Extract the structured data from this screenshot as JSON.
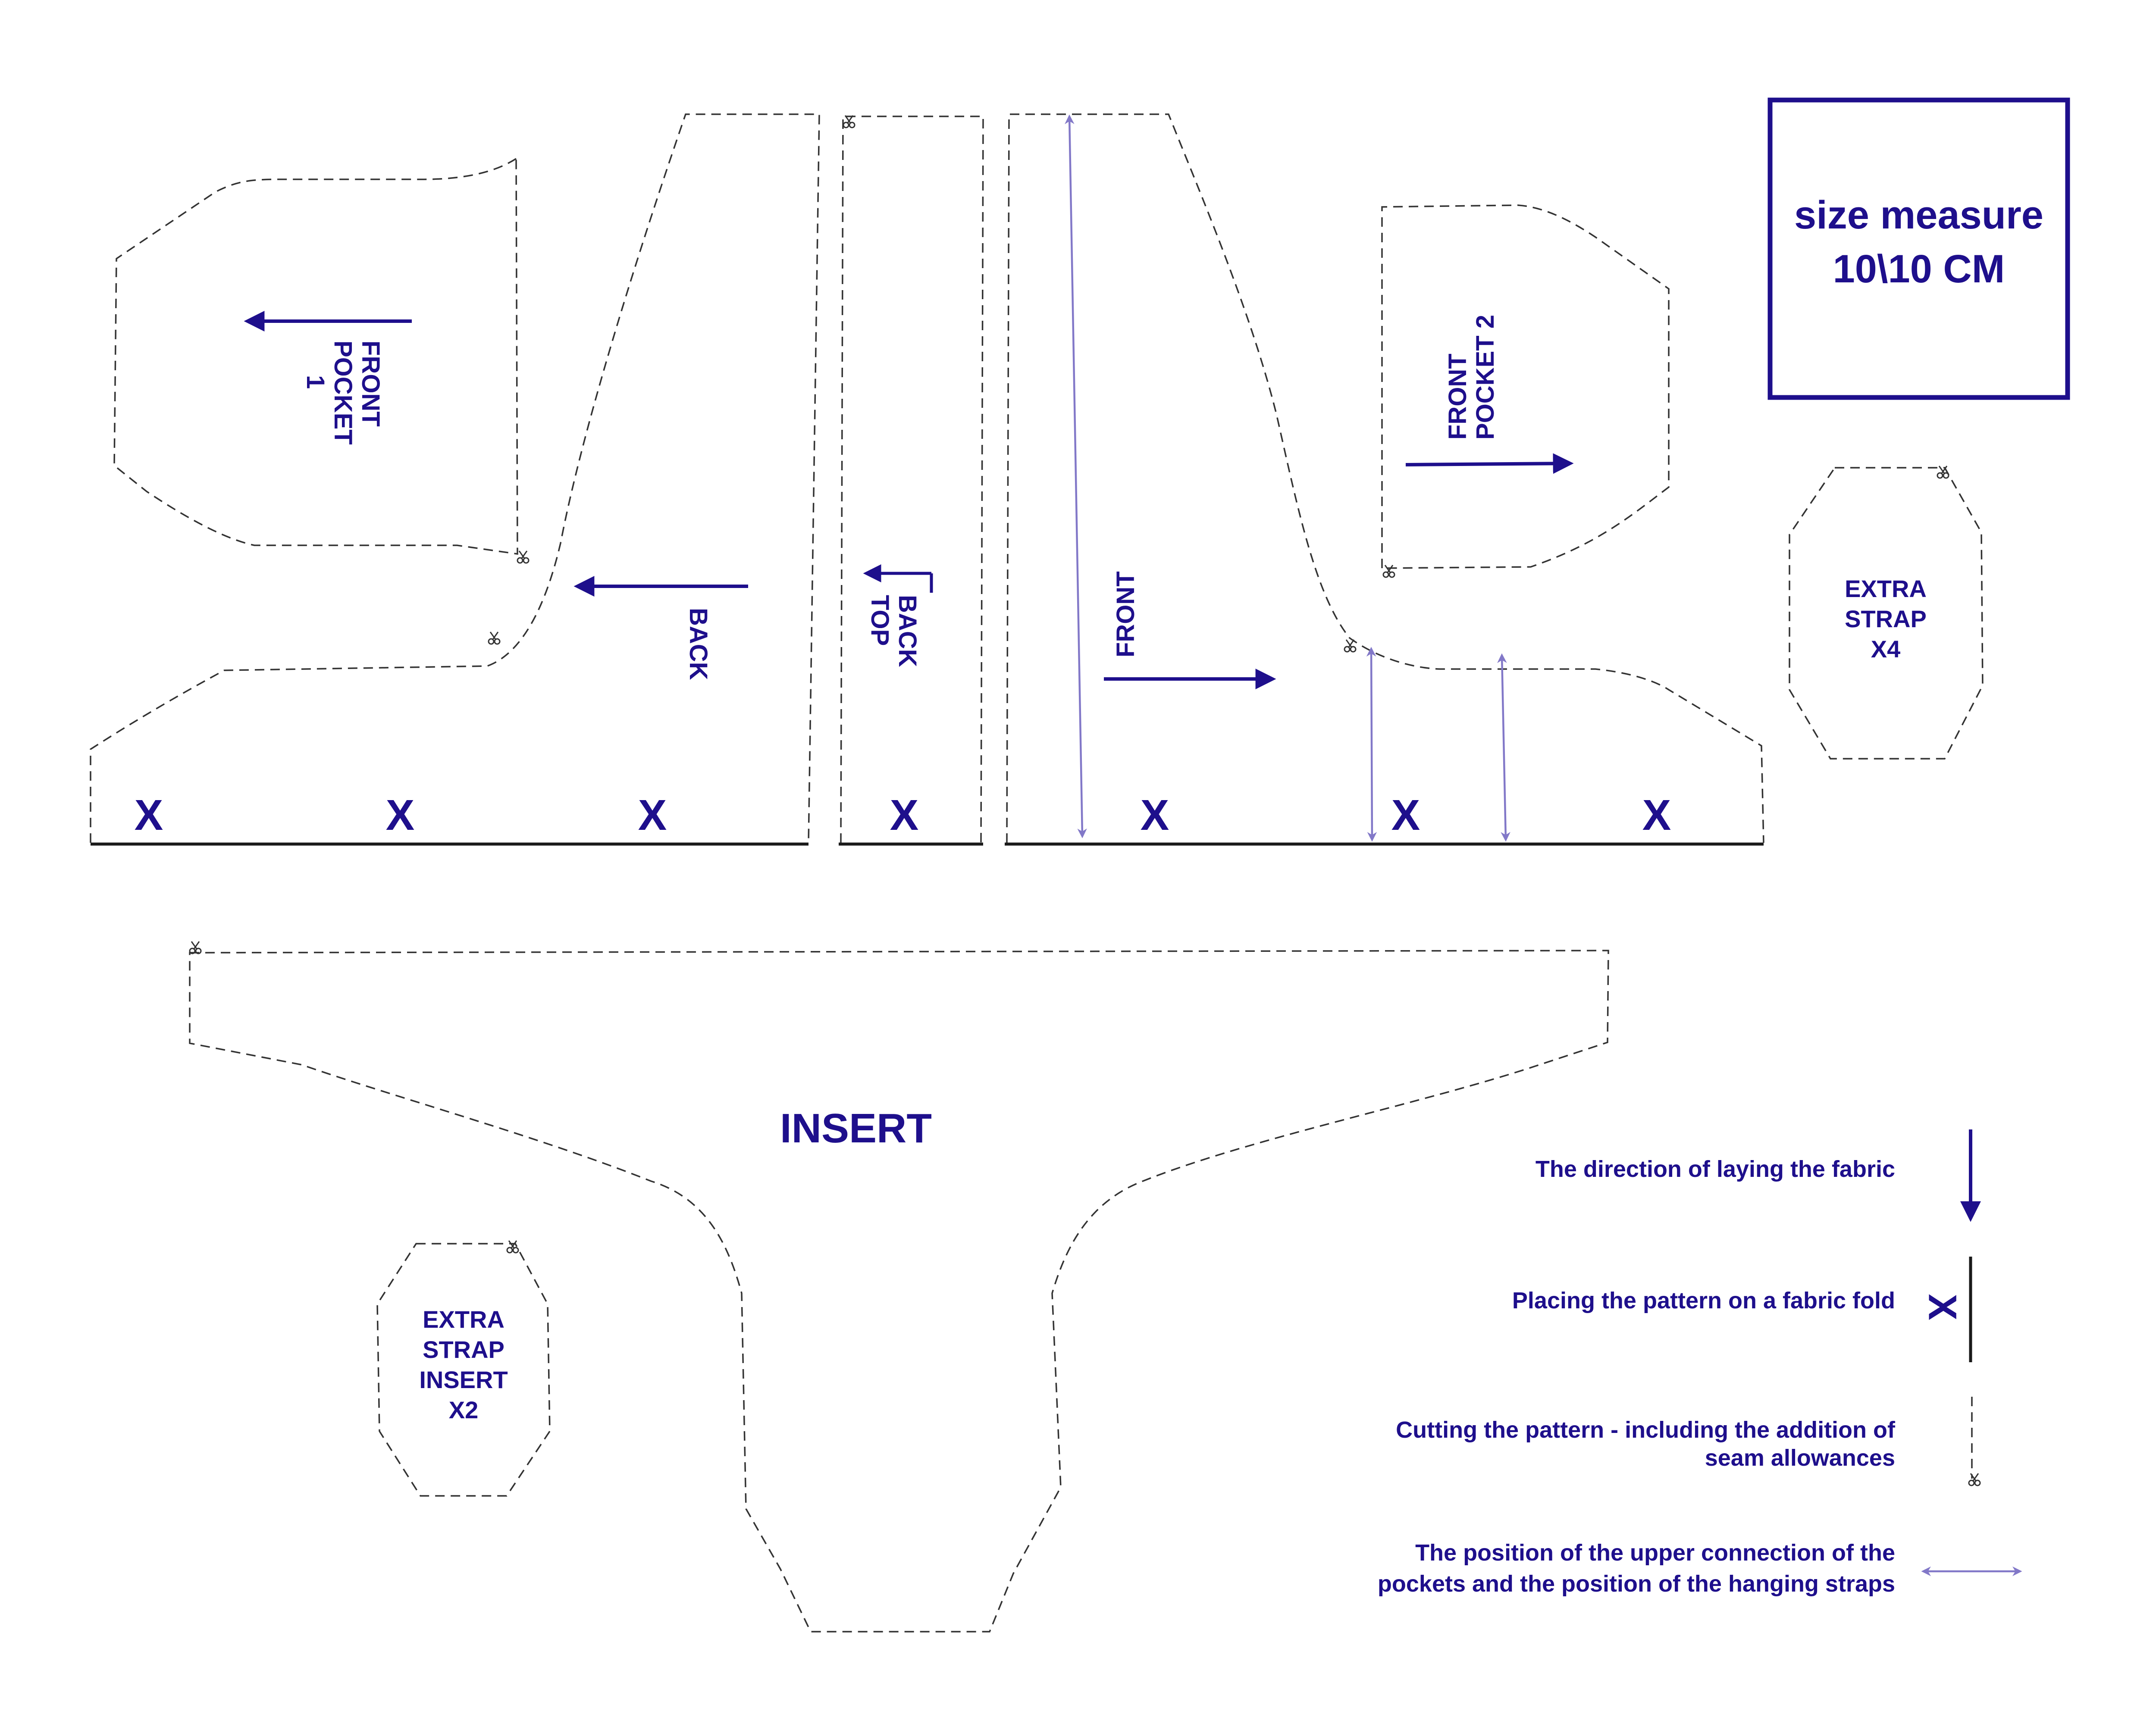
{
  "colors": {
    "text": "#1e0f8c",
    "arrow": "#1e0f8c",
    "placement_arrow": "#8278c8",
    "cut_line": "#333333",
    "fold_line": "#1a1a1a"
  },
  "size_box": {
    "line1": "size measure",
    "line2": "10\\10 CM"
  },
  "pieces": {
    "front_pocket_1": {
      "line1": "FRONT",
      "line2": "POCKET",
      "line3": "1"
    },
    "back": {
      "label": "BACK"
    },
    "back_top": {
      "line1": "BACK",
      "line2": "TOP"
    },
    "front": {
      "label": "FRONT"
    },
    "front_pocket_2": {
      "line1": "FRONT",
      "line2": "POCKET 2"
    },
    "extra_strap": {
      "line1": "EXTRA",
      "line2": "STRAP",
      "line3": "X4"
    },
    "insert": {
      "label": "INSERT"
    },
    "extra_strap_insert": {
      "line1": "EXTRA",
      "line2": "STRAP",
      "line3": "INSERT",
      "line4": "X2"
    }
  },
  "fold_mark": "X",
  "legend": {
    "direction": "The direction of laying the fabric",
    "fold": "Placing the pattern on a fabric fold",
    "cutting_line1": "Cutting the pattern - including the addition of",
    "cutting_line2": "seam allowances",
    "position_line1": "The position of the upper connection of the",
    "position_line2": "pockets and the position of the hanging straps"
  },
  "icons": [
    "scissors-icon",
    "arrow-left-icon",
    "arrow-right-icon",
    "arrow-down-icon",
    "double-arrow-icon",
    "fold-x-icon"
  ]
}
